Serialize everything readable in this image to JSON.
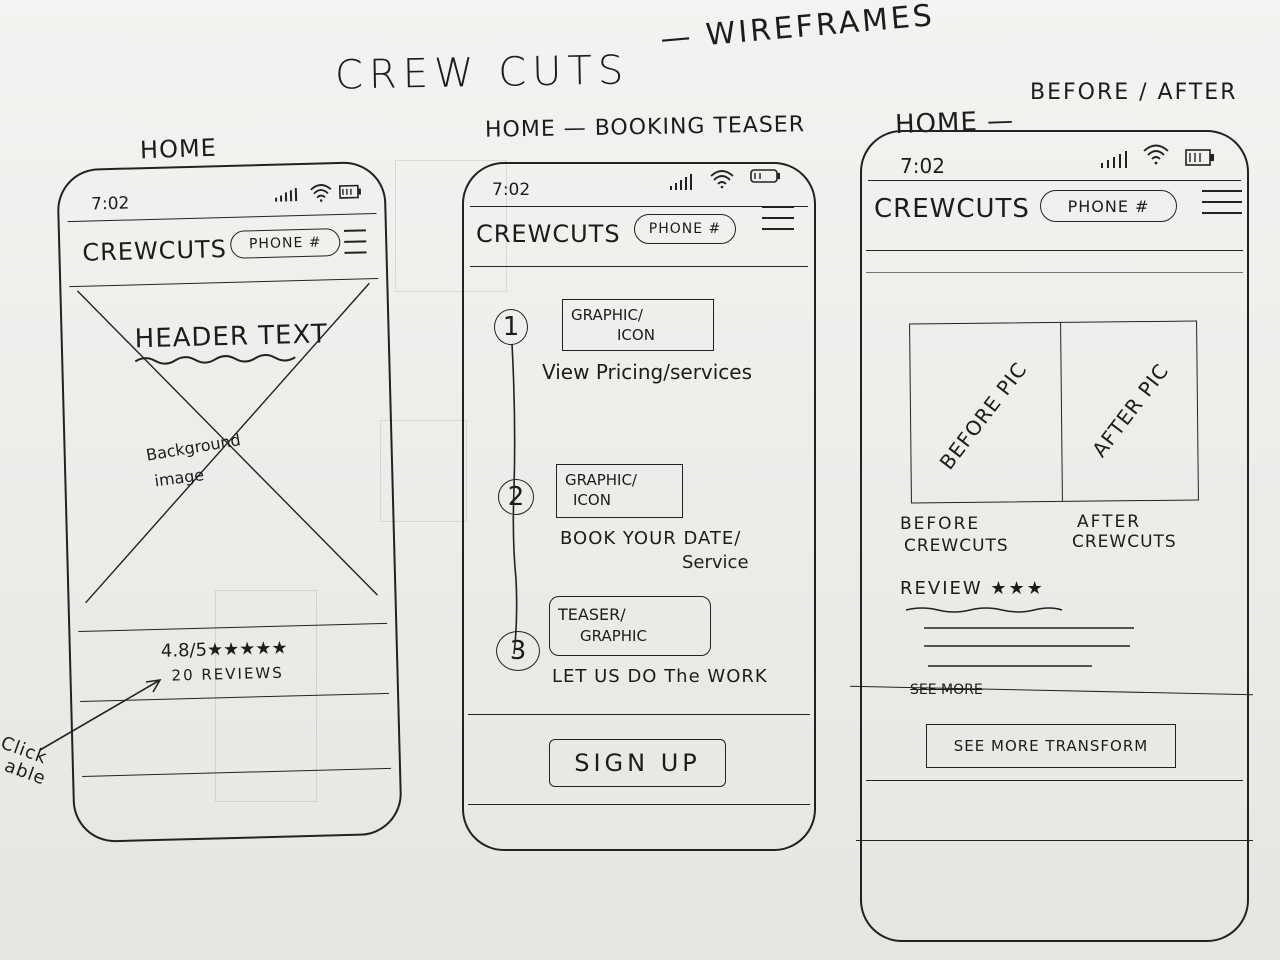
{
  "title": "CREW CUTS",
  "subtitle": "— WIREFRAMES",
  "screens": [
    {
      "label": "HOME",
      "time": "7:02",
      "brand": "CREWCUTS",
      "phone_pill": "PHONE #",
      "header_text": "HEADER TEXT",
      "background_note": [
        "Background",
        "image"
      ],
      "rating": "4.8/5★★★★★",
      "reviews": "20 REVIEWS",
      "annotation": [
        "Click",
        "able"
      ]
    },
    {
      "label": "HOME — BOOKING TEASER",
      "time": "7:02",
      "brand": "CREWCUTS",
      "phone_pill": "PHONE #",
      "steps": [
        {
          "number": "1",
          "graphic": [
            "GRAPHIC/",
            "ICON"
          ],
          "caption": [
            "View Pricing/services"
          ]
        },
        {
          "number": "2",
          "graphic": [
            "GRAPHIC/",
            "ICON"
          ],
          "caption": [
            "BOOK YOUR DATE/",
            "Service"
          ]
        },
        {
          "number": "3",
          "graphic": [
            "TEASER/",
            "GRAPHIC"
          ],
          "caption": [
            "LET US DO The WORK"
          ]
        }
      ],
      "cta": "SIGN UP"
    },
    {
      "label": "HOME —",
      "label_extra": "BEFORE / AFTER",
      "time": "7:02",
      "brand": "CREWCUTS",
      "phone_pill": "PHONE #",
      "before_pic": "BEFORE PIC",
      "after_pic": "AFTER PIC",
      "before_caption": [
        "BEFORE",
        "CREWCUTS"
      ],
      "after_caption": [
        "AFTER",
        "CREWCUTS"
      ],
      "review_heading": "REVIEW ★★★",
      "see_more_struck": "SEE MORE",
      "cta": "SEE MORE TRANSFORM"
    }
  ],
  "icons": [
    "signal-icon",
    "wifi-icon",
    "battery-icon",
    "hamburger-menu-icon",
    "star-icon",
    "arrow-icon"
  ]
}
